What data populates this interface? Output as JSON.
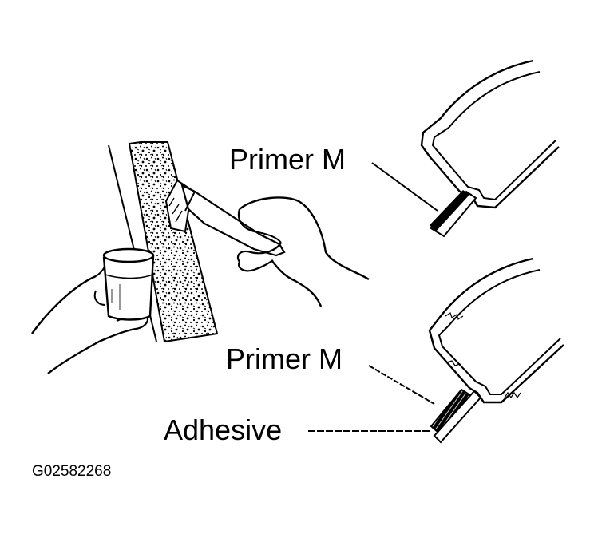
{
  "diagram": {
    "callouts": {
      "primer_top": "Primer M",
      "primer_bottom": "Primer M",
      "adhesive": "Adhesive"
    },
    "figure_code": "G02582268"
  },
  "colors": {
    "ink": "#000000",
    "paper": "#ffffff"
  },
  "icons": {
    "cup": "cup-icon",
    "brush": "brush-icon"
  }
}
